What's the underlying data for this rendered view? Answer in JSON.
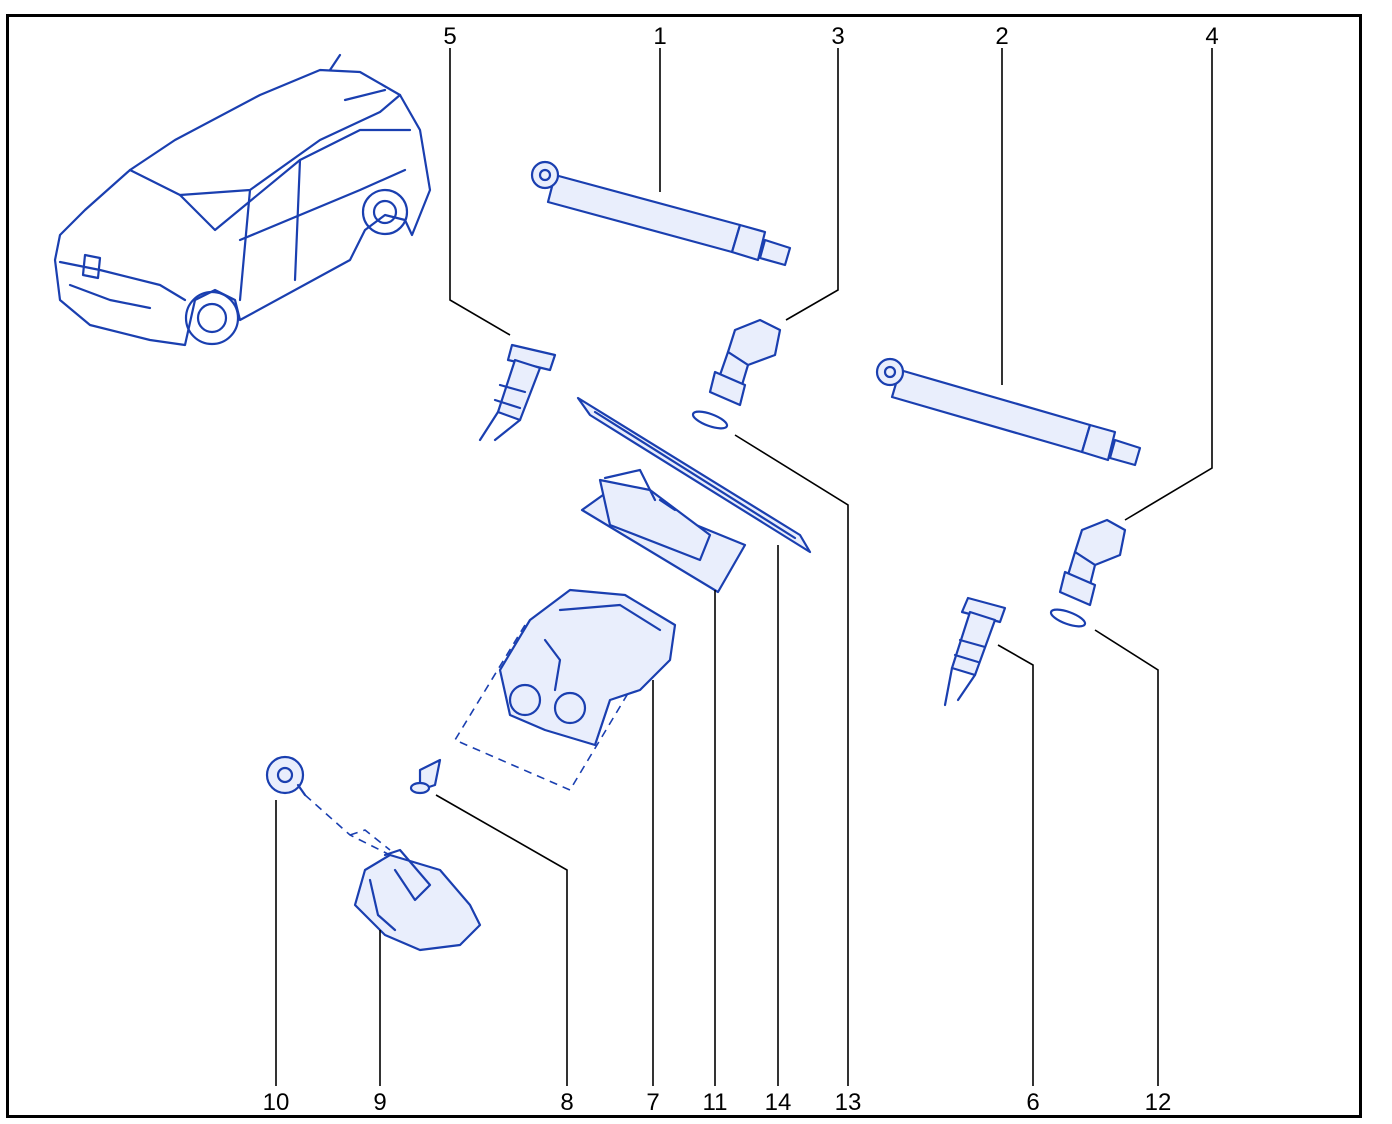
{
  "diagram": {
    "callouts": [
      "1",
      "2",
      "3",
      "4",
      "5",
      "6",
      "7",
      "8",
      "9",
      "10",
      "11",
      "12",
      "13",
      "14"
    ]
  },
  "colors": {
    "line": "#1a3fb0",
    "leader": "#000000",
    "frame": "#000000"
  },
  "parts": [
    {
      "id": "1",
      "name": "tailgate-strut-left"
    },
    {
      "id": "2",
      "name": "tailgate-strut-right"
    },
    {
      "id": "3",
      "name": "ball-stud-left"
    },
    {
      "id": "4",
      "name": "ball-stud-right"
    },
    {
      "id": "5",
      "name": "buffer-left"
    },
    {
      "id": "6",
      "name": "buffer-right"
    },
    {
      "id": "7",
      "name": "tailgate-lock"
    },
    {
      "id": "8",
      "name": "lock-screw"
    },
    {
      "id": "9",
      "name": "striker"
    },
    {
      "id": "10",
      "name": "striker-nut"
    },
    {
      "id": "11",
      "name": "opening-switch"
    },
    {
      "id": "12",
      "name": "seal-right"
    },
    {
      "id": "13",
      "name": "seal-left"
    },
    {
      "id": "14",
      "name": "switch-trim"
    }
  ]
}
